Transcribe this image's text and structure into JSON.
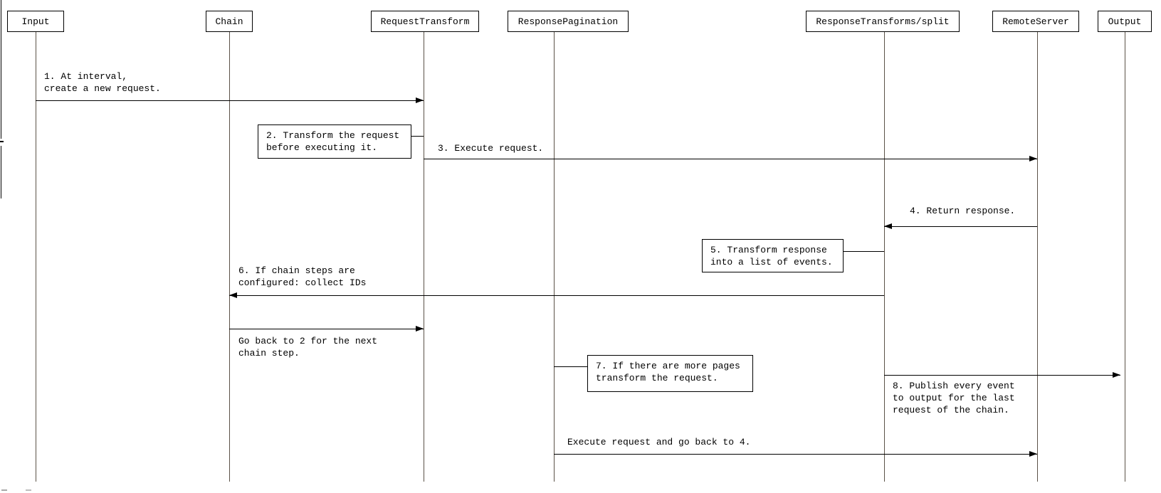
{
  "diagram": {
    "type": "sequence-diagram",
    "actors": [
      {
        "id": "input",
        "label": "Input"
      },
      {
        "id": "chain",
        "label": "Chain"
      },
      {
        "id": "request-transform",
        "label": "RequestTransform"
      },
      {
        "id": "response-pagination",
        "label": "ResponsePagination"
      },
      {
        "id": "response-transforms-split",
        "label": "ResponseTransforms/split"
      },
      {
        "id": "remote-server",
        "label": "RemoteServer"
      },
      {
        "id": "output",
        "label": "Output"
      }
    ],
    "events": [
      {
        "kind": "message",
        "num": "1",
        "label": "1. At interval,\ncreate a new request.",
        "from": "Input",
        "to": "RequestTransform"
      },
      {
        "kind": "note",
        "num": "2",
        "label": "2. Transform the request\nbefore executing it.",
        "attached_to": "RequestTransform"
      },
      {
        "kind": "message",
        "num": "3",
        "label": "3. Execute request.",
        "from": "RequestTransform",
        "to": "RemoteServer"
      },
      {
        "kind": "message",
        "num": "4",
        "label": "4. Return response.",
        "from": "RemoteServer",
        "to": "ResponseTransforms/split"
      },
      {
        "kind": "note",
        "num": "5",
        "label": "5. Transform response\ninto a list of events.",
        "attached_to": "ResponseTransforms/split"
      },
      {
        "kind": "message",
        "num": "6",
        "label": "6. If chain steps are\nconfigured: collect IDs",
        "from": "ResponseTransforms/split",
        "to": "Chain"
      },
      {
        "kind": "message",
        "num": "",
        "label": "Go back to 2 for the next\nchain step.",
        "from": "Chain",
        "to": "RequestTransform"
      },
      {
        "kind": "note",
        "num": "7",
        "label": "7. If there are more pages\ntransform the request.",
        "attached_to": "ResponsePagination"
      },
      {
        "kind": "message",
        "num": "8",
        "label": "8. Publish every event\nto output for the last\nrequest of the chain.",
        "from": "ResponseTransforms/split",
        "to": "Output"
      },
      {
        "kind": "message",
        "num": "",
        "label": "Execute request and go back to 4.",
        "from": "ResponsePagination",
        "to": "RemoteServer"
      }
    ],
    "colors": {
      "line": "#000000",
      "lifeline": "#5b5248",
      "background": "#ffffff",
      "text": "#000000"
    }
  }
}
